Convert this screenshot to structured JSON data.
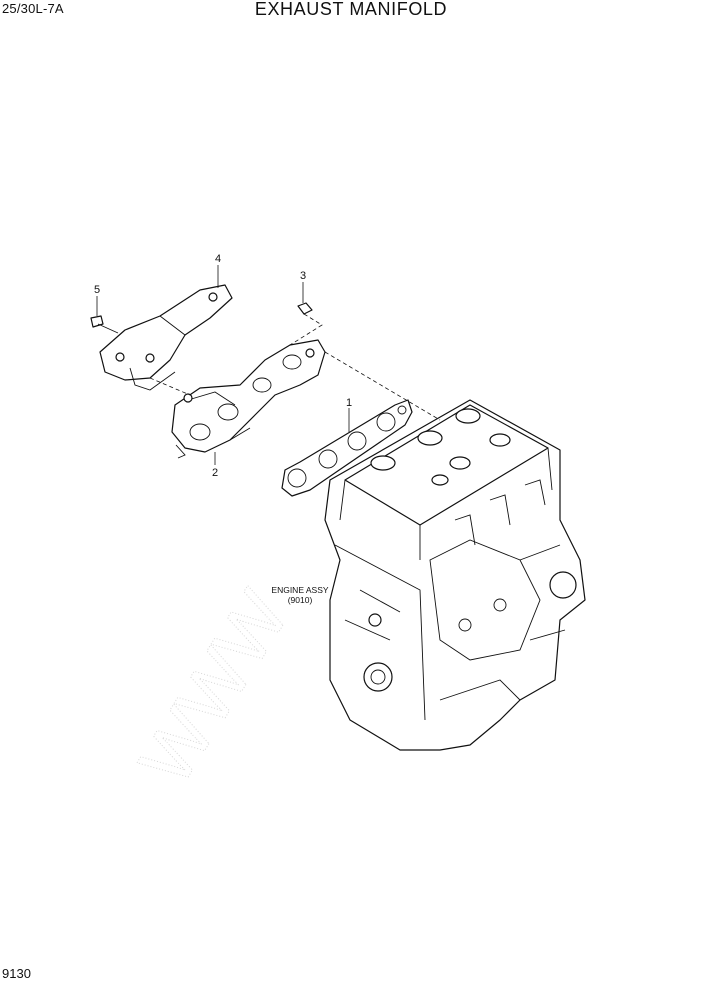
{
  "header": {
    "model": "25/30L-7A",
    "title": "EXHAUST MANIFOLD"
  },
  "footer": {
    "page_number": "9130"
  },
  "diagram": {
    "callouts": [
      "1",
      "2",
      "3",
      "4",
      "5"
    ],
    "engine_label_line1": "ENGINE ASSY",
    "engine_label_line2": "(9010)",
    "watermark": "WWW"
  }
}
